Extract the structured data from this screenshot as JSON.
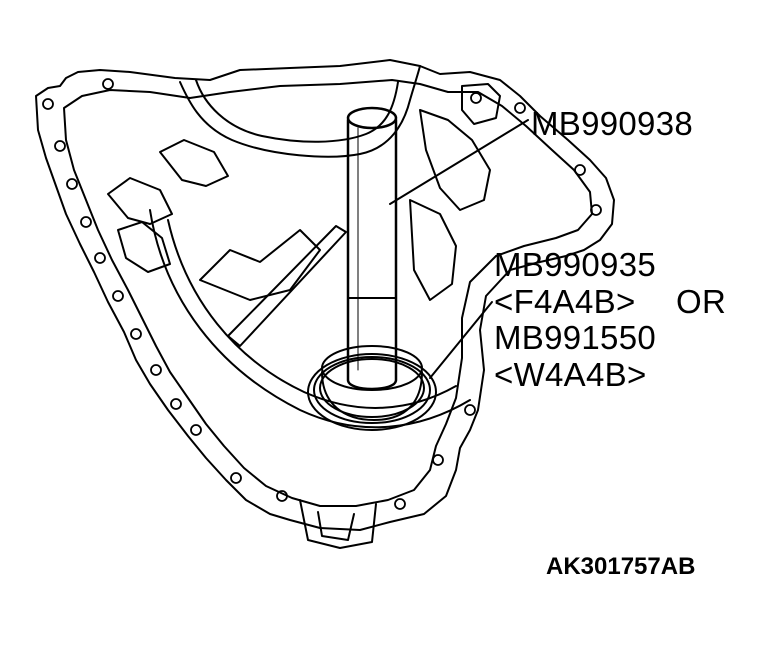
{
  "callouts": {
    "tool_top": "MB990938",
    "tool_installer_f4a4b": "MB990935",
    "variant_f4a4b": "<F4A4B>",
    "or_text": "OR",
    "tool_installer_w4a4b": "MB991550",
    "variant_w4a4b": "<W4A4B>"
  },
  "figure_code": "AK301757AB",
  "colors": {
    "line": "#000000",
    "background": "#ffffff"
  }
}
